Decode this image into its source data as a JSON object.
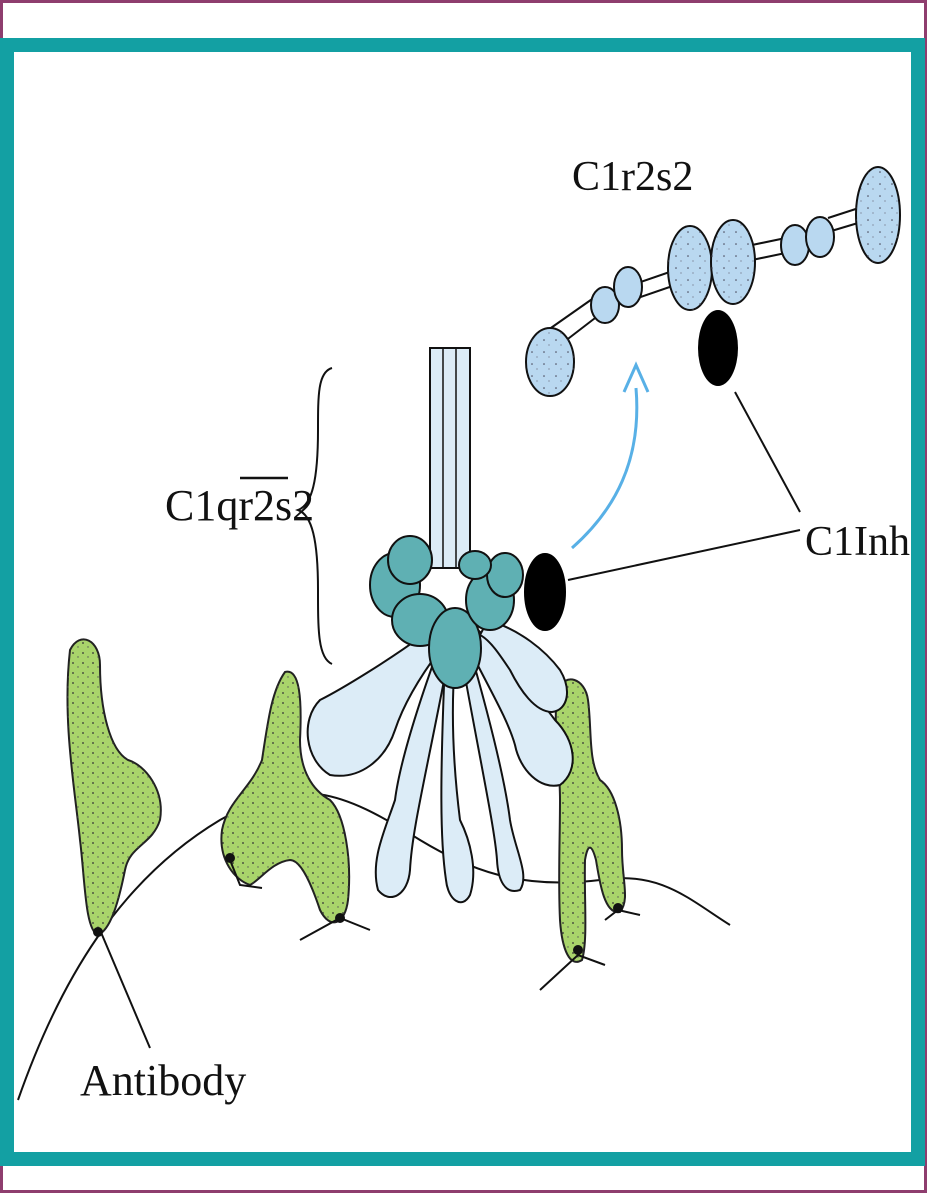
{
  "labels": {
    "c1r2s2": "C1r2s2",
    "c1qr2s2": "C1qr2s2",
    "c1inh": "C1Inh",
    "antibody": "Antibody"
  },
  "colors": {
    "frame_outer": "#8e3d6e",
    "frame_inner": "#13a0a3",
    "antibody_fill": "#a9d46b",
    "c1q_fill": "#dcecf7",
    "c1rs_fill": "#5fb0b3",
    "free_bead_fill": "#b9d8f0",
    "inhibitor_fill": "#000000",
    "arrow": "#58b0e6"
  }
}
